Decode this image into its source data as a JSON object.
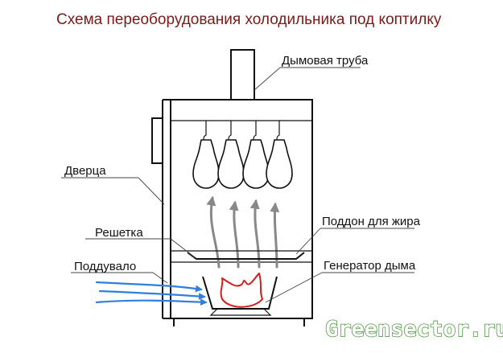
{
  "title": "Схема переоборудования холодильника под коптилку",
  "labels": {
    "chimney": "Дымовая труба",
    "door": "Дверца",
    "grate": "Решетка",
    "fat_tray": "Поддон для жира",
    "air_inlet": "Поддувало",
    "smoke_generator": "Генератор дыма"
  },
  "watermark": "Greensector.ru",
  "colors": {
    "title": "#7a1a1a",
    "smoke_arrows": "#888888",
    "air_arrows": "#2e7fe0",
    "flame": "#d21f1f",
    "watermark": "#4f9a42"
  }
}
